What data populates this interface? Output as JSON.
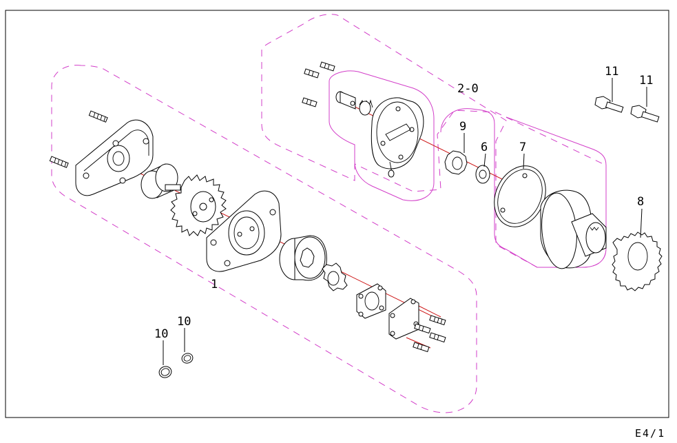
{
  "callouts": {
    "c1": "1",
    "c2": "2-0",
    "c6": "6",
    "c7": "7",
    "c8": "8",
    "c9": "9",
    "c10a": "10",
    "c10b": "10",
    "c11a": "11",
    "c11b": "11"
  },
  "page_code": "E4/1",
  "colors": {
    "group_outline": "#d23cc8",
    "axis_line": "#cc1111",
    "line_art": "#000000"
  }
}
